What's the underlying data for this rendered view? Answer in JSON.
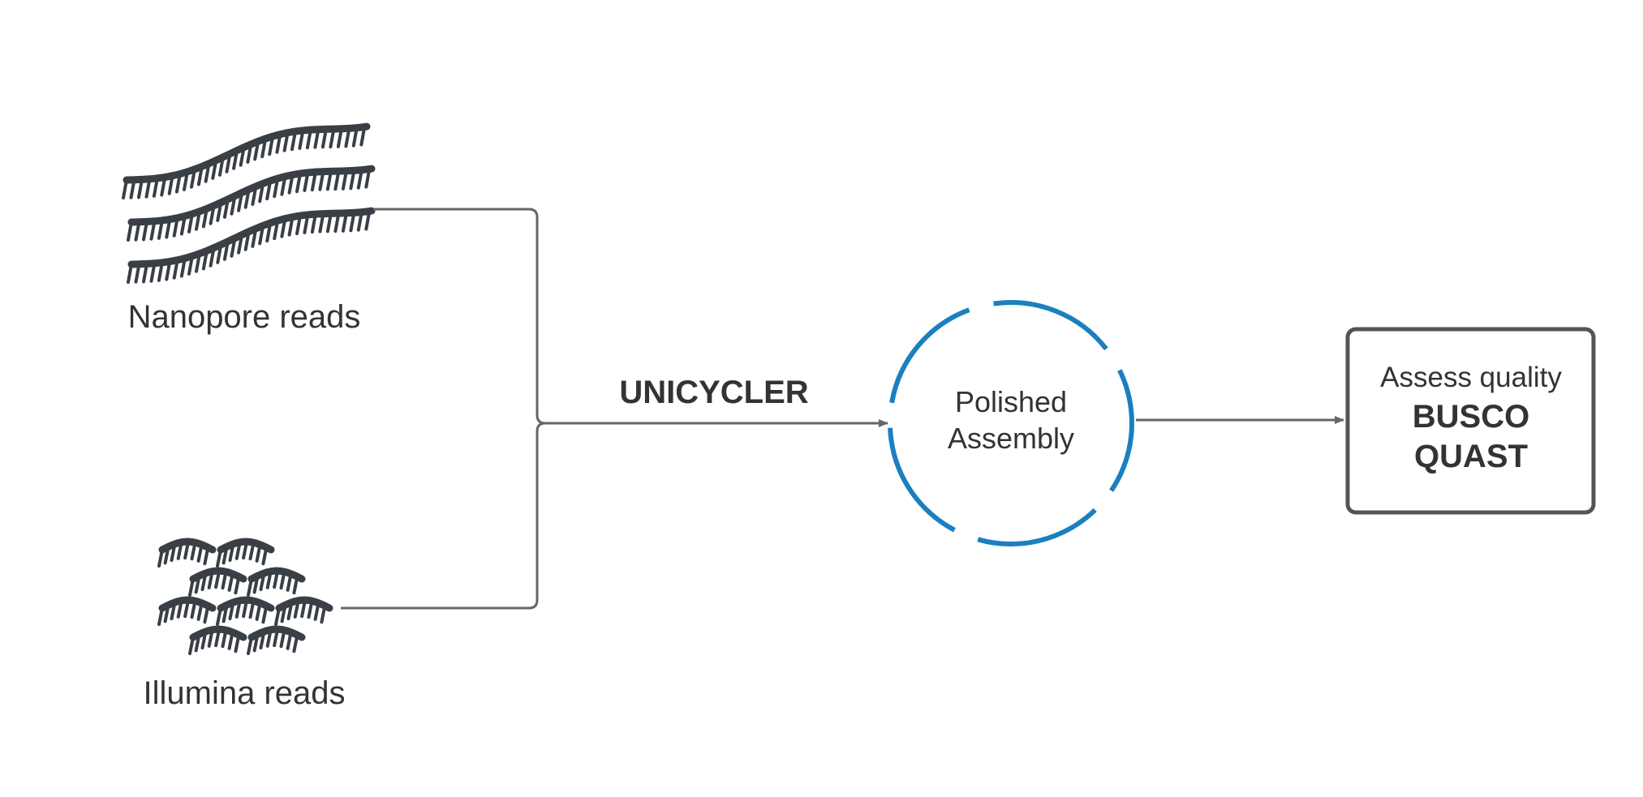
{
  "inputs": {
    "nanopore_label": "Nanopore reads",
    "illumina_label": "Illumina reads"
  },
  "assembler": {
    "label": "UNICYCLER"
  },
  "assembly": {
    "line1": "Polished",
    "line2": "Assembly"
  },
  "quality": {
    "title": "Assess quality",
    "tool1": "BUSCO",
    "tool2": "QUAST"
  },
  "colors": {
    "connector": "#666666",
    "icon": "#3a3f46",
    "circle": "#1b7fc0",
    "text": "#333333",
    "box_border": "#555555"
  }
}
